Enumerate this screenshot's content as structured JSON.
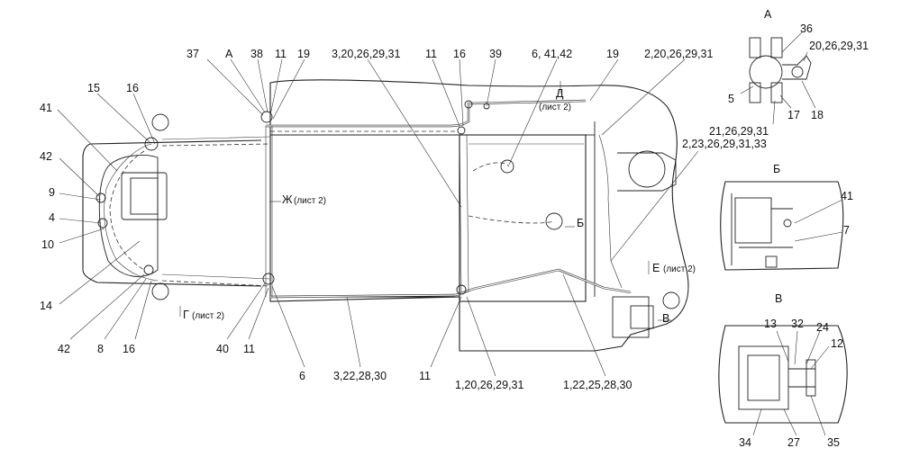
{
  "view_labels": {
    "A": "А",
    "B": "Б",
    "V": "В"
  },
  "main_labels": {
    "l37": "37",
    "lA": "А",
    "l38": "38",
    "l11a": "11",
    "l19a": "19",
    "l3_20": "3,20,26,29,31",
    "l11b": "11",
    "l16a": "16",
    "l39": "39",
    "l6_41": "6, 41,42",
    "l19b": "19",
    "l2_20": "2,20,26,29,31",
    "l15": "15",
    "l16b": "16",
    "l41": "41",
    "l42a": "42",
    "l9": "9",
    "l4": "4",
    "l10": "10",
    "l14": "14",
    "l42b": "42",
    "l8": "8",
    "l16c": "16",
    "l40": "40",
    "l11c": "11",
    "l6": "6",
    "l3_22": "3,22,28,30",
    "l11d": "11",
    "l1_20": "1,20,26,29,31",
    "l1_22": "1,22,25,28,30",
    "l2_23": "2,23,26,29,31,33",
    "lB": "Б",
    "lV": "В"
  },
  "sheet_refs": {
    "zh": "Ж",
    "g": "Г",
    "d": "Д",
    "e": "Е",
    "sheet2": "(лист 2)"
  },
  "detail_A_labels": {
    "l36": "36",
    "l20": "20,26,29,31",
    "l5": "5",
    "l21": "21,26,29,31",
    "l17": "17",
    "l18": "18"
  },
  "detail_B_labels": {
    "l41": "41",
    "l7": "7"
  },
  "detail_V_labels": {
    "l13": "13",
    "l32": "32",
    "l24": "24",
    "l12": "12",
    "l34": "34",
    "l27": "27",
    "l35": "35"
  }
}
